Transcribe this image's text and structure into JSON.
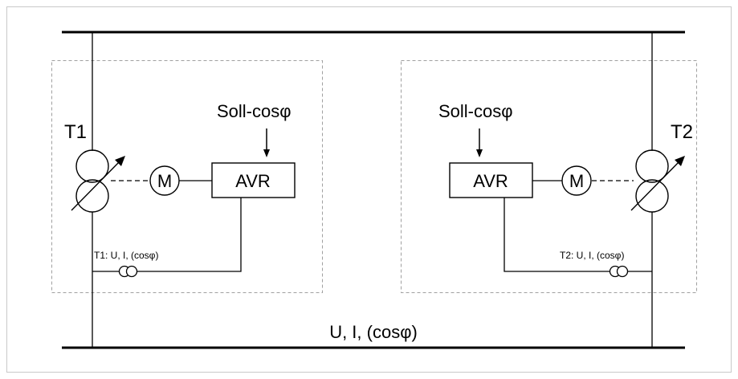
{
  "diagram": {
    "left": {
      "transformer_label": "T1",
      "setpoint_label": "Soll-cosφ",
      "motor_label": "M",
      "controller_label": "AVR",
      "measurement_label": "T1: U, I, (cosφ)"
    },
    "right": {
      "transformer_label": "T2",
      "setpoint_label": "Soll-cosφ",
      "motor_label": "M",
      "controller_label": "AVR",
      "measurement_label": "T2: U, I, (cosφ)"
    },
    "bus_measurement_label": "U, I, (cosφ)"
  },
  "colors": {
    "line": "#000000",
    "frame": "#c8c8c8",
    "dashed_box": "#a0a0a0"
  }
}
